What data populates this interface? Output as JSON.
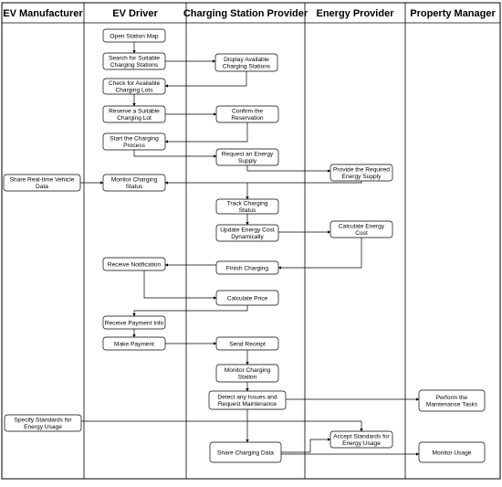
{
  "lanes": [
    {
      "id": "ev-manufacturer",
      "title": "EV Manufacturer"
    },
    {
      "id": "ev-driver",
      "title": "EV Driver"
    },
    {
      "id": "charging-station-provider",
      "title": "Charging Station Provider"
    },
    {
      "id": "energy-provider",
      "title": "Energy Provider"
    },
    {
      "id": "property-manager",
      "title": "Property Manager"
    }
  ],
  "nodes": [
    {
      "id": "open-station-map",
      "lines": [
        "Open Station Map"
      ]
    },
    {
      "id": "search-stations",
      "lines": [
        "Search for Suitable",
        "Charging Stations"
      ]
    },
    {
      "id": "display-stations",
      "lines": [
        "Display Available",
        "Charging Stations"
      ]
    },
    {
      "id": "check-lots",
      "lines": [
        "Check for Available",
        "Charging Lots"
      ]
    },
    {
      "id": "reserve-lot",
      "lines": [
        "Reserve a Suitable",
        "Charging Lot"
      ]
    },
    {
      "id": "confirm-reservation",
      "lines": [
        "Confirm the",
        "Reservation"
      ]
    },
    {
      "id": "start-charging",
      "lines": [
        "Start the Charging",
        "Process"
      ]
    },
    {
      "id": "request-energy",
      "lines": [
        "Request an Energy",
        "Supply"
      ]
    },
    {
      "id": "provide-energy",
      "lines": [
        "Provide the Required",
        "Energy Supply"
      ]
    },
    {
      "id": "share-vehicle-data",
      "lines": [
        "Share Real-time Vehicle",
        "Data"
      ]
    },
    {
      "id": "monitor-charging-status",
      "lines": [
        "Monitor Charging",
        "Status"
      ]
    },
    {
      "id": "track-charging",
      "lines": [
        "Track Charging",
        "Status"
      ]
    },
    {
      "id": "update-cost",
      "lines": [
        "Update Energy Cost",
        "Dynamically"
      ]
    },
    {
      "id": "calculate-energy-cost",
      "lines": [
        "Calculate Energy",
        "Cost"
      ]
    },
    {
      "id": "receive-notification",
      "lines": [
        "Receive Notification"
      ]
    },
    {
      "id": "finish-charging",
      "lines": [
        "Finish Charging"
      ]
    },
    {
      "id": "calculate-price",
      "lines": [
        "Calculate Price"
      ]
    },
    {
      "id": "receive-payment-info",
      "lines": [
        "Receive Payment Info"
      ]
    },
    {
      "id": "make-payment",
      "lines": [
        "Make Payment"
      ]
    },
    {
      "id": "send-receipt",
      "lines": [
        "Send Receipt"
      ]
    },
    {
      "id": "monitor-station",
      "lines": [
        "Monitor Charging",
        "Station"
      ]
    },
    {
      "id": "detect-issues",
      "lines": [
        "Detect any Issues and",
        "Request Maintenance"
      ]
    },
    {
      "id": "perform-maintenance",
      "lines": [
        "Perform the",
        "Maintenance Tasks"
      ]
    },
    {
      "id": "specify-standards",
      "lines": [
        "Specify Standards for",
        "Energy Usage"
      ]
    },
    {
      "id": "accept-standards",
      "lines": [
        "Accept Standards for",
        "Energy Usage"
      ]
    },
    {
      "id": "share-charging-data",
      "lines": [
        "Share Charging Data"
      ]
    },
    {
      "id": "monitor-usage",
      "lines": [
        "Monitor Usage"
      ]
    }
  ],
  "edges": [
    {
      "from": "open-station-map",
      "to": "search-stations"
    },
    {
      "from": "search-stations",
      "to": "display-stations"
    },
    {
      "from": "display-stations",
      "to": "check-lots"
    },
    {
      "from": "check-lots",
      "to": "reserve-lot"
    },
    {
      "from": "reserve-lot",
      "to": "confirm-reservation"
    },
    {
      "from": "confirm-reservation",
      "to": "start-charging"
    },
    {
      "from": "start-charging",
      "to": "request-energy"
    },
    {
      "from": "request-energy",
      "to": "provide-energy"
    },
    {
      "from": "provide-energy",
      "to": "monitor-charging-status"
    },
    {
      "from": "share-vehicle-data",
      "to": "monitor-charging-status"
    },
    {
      "from": "provide-energy",
      "to": "track-charging"
    },
    {
      "from": "track-charging",
      "to": "update-cost"
    },
    {
      "from": "update-cost",
      "to": "calculate-energy-cost"
    },
    {
      "from": "calculate-energy-cost",
      "to": "finish-charging"
    },
    {
      "from": "finish-charging",
      "to": "receive-notification"
    },
    {
      "from": "receive-notification",
      "to": "calculate-price"
    },
    {
      "from": "calculate-price",
      "to": "receive-payment-info"
    },
    {
      "from": "receive-payment-info",
      "to": "make-payment"
    },
    {
      "from": "make-payment",
      "to": "send-receipt"
    },
    {
      "from": "send-receipt",
      "to": "monitor-station"
    },
    {
      "from": "monitor-station",
      "to": "detect-issues"
    },
    {
      "from": "detect-issues",
      "to": "perform-maintenance"
    },
    {
      "from": "specify-standards",
      "to": "accept-standards"
    },
    {
      "from": "detect-issues",
      "to": "share-charging-data"
    },
    {
      "from": "share-charging-data",
      "to": "accept-standards"
    },
    {
      "from": "share-charging-data",
      "to": "monitor-usage"
    }
  ]
}
